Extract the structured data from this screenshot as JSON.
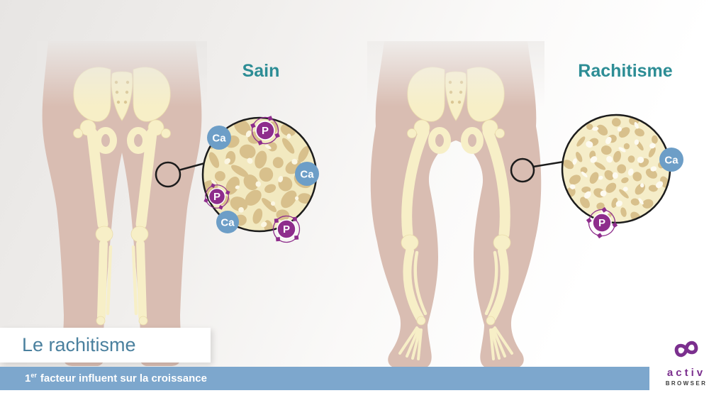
{
  "slide": {
    "panels": [
      {
        "label": "Sain",
        "inset_badges": [
          {
            "element": "Ca"
          },
          {
            "element": "P"
          },
          {
            "element": "Ca"
          },
          {
            "element": "P"
          },
          {
            "element": "Ca"
          },
          {
            "element": "P"
          }
        ]
      },
      {
        "label": "Rachitisme",
        "inset_badges": [
          {
            "element": "Ca"
          },
          {
            "element": "P"
          }
        ]
      }
    ],
    "title": "Le rachitisme",
    "banner": {
      "number": "1",
      "superscript": "er",
      "text": "facteur influent sur la croissance"
    },
    "logo": {
      "brand": "activ",
      "sub": "BROWSER"
    },
    "colors": {
      "heading_teal": "#2d8d95",
      "calcium_blue": "#6d9ec7",
      "phosphorus_purple": "#8e2d8c",
      "banner_blue": "#7da7cd",
      "title_text": "#4a809e",
      "logo_purple": "#7b2f8e",
      "skin": "#d9bdb2",
      "bone_cream": "#f7efc7"
    }
  }
}
